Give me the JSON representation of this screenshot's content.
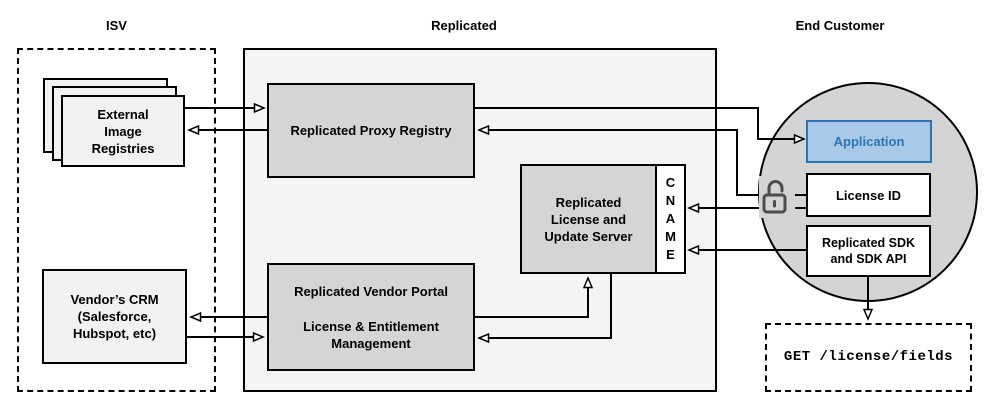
{
  "sections": {
    "isv": {
      "label": "ISV"
    },
    "replicated": {
      "label": "Replicated"
    },
    "end_customer": {
      "label": "End Customer"
    }
  },
  "nodes": {
    "registries": {
      "lines": [
        "External",
        "Image",
        "Registries"
      ]
    },
    "proxy": {
      "label": "Replicated Proxy Registry"
    },
    "update_server": {
      "lines": [
        "Replicated",
        "License and",
        "Update Server"
      ]
    },
    "cname": {
      "label": "CNAME",
      "letters": [
        "C",
        "N",
        "A",
        "M",
        "E"
      ]
    },
    "vendor_portal": {
      "title": "Replicated Vendor Portal",
      "subtitle_lines": [
        "License & Entitlement",
        "Management"
      ]
    },
    "crm": {
      "lines": [
        "Vendor’s CRM",
        "(Salesforce,",
        "Hubspot, etc)"
      ]
    },
    "application": {
      "label": "Application"
    },
    "license_id": {
      "label": "License ID"
    },
    "sdk": {
      "lines": [
        "Replicated SDK",
        "and SDK API"
      ]
    },
    "get_endpoint": {
      "label": "GET /license/fields"
    }
  },
  "icons": {
    "lock_open": "open-padlock"
  },
  "colors": {
    "accent_blue_fill": "#A8CAE8",
    "accent_blue_border": "#2E74B5",
    "accent_blue_text": "#2E74B5",
    "replicated_container_fill": "#F4F4F4",
    "node_fill": "#D5D5D5",
    "light_node_fill": "#F2F2F2",
    "circle_fill": "#D4D4D4",
    "line_color": "#000000",
    "lock_color": "#4D4D4D"
  }
}
